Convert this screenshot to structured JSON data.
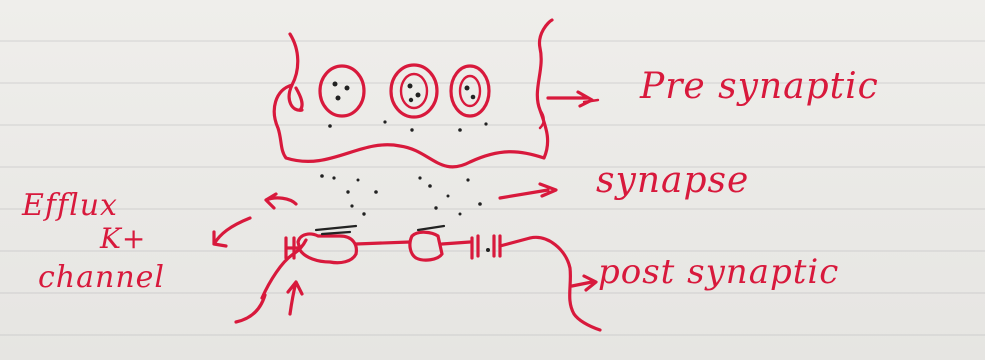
{
  "labels": {
    "pre": "Pre synaptic",
    "synapse": "synapse",
    "post": "post synaptic",
    "efflux": "Efflux",
    "k_ion": "K+",
    "channel": "channel"
  },
  "colors": {
    "ink": "#d8193c",
    "pencil": "#222222",
    "paper": "#ecebe8"
  }
}
